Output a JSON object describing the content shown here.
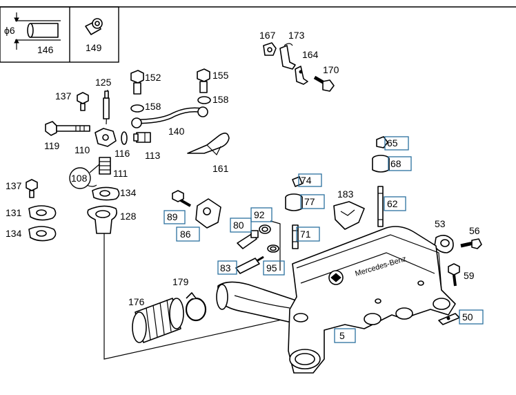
{
  "diagram": {
    "dimension_symbol": "ϕ6",
    "brand_text": "Mercedes-Benz",
    "parts": {
      "p146": "146",
      "p149": "149",
      "p167": "167",
      "p173": "173",
      "p164": "164",
      "p170": "170",
      "p137a": "137",
      "p125": "125",
      "p152": "152",
      "p155": "155",
      "p158a": "158",
      "p158b": "158",
      "p140": "140",
      "p119": "119",
      "p110": "110",
      "p116": "116",
      "p113": "113",
      "p161": "161",
      "p108": "108",
      "p111": "111",
      "p137b": "137",
      "p134a": "134",
      "p131": "131",
      "p134b": "134",
      "p128": "128",
      "p65": "65",
      "p68": "68",
      "p74": "74",
      "p77": "77",
      "p183": "183",
      "p62": "62",
      "p89": "89",
      "p86": "86",
      "p92": "92",
      "p80": "80",
      "p71": "71",
      "p53": "53",
      "p56": "56",
      "p83": "83",
      "p95": "95",
      "p59": "59",
      "p179": "179",
      "p176": "176",
      "p50": "50",
      "p5": "5"
    }
  }
}
